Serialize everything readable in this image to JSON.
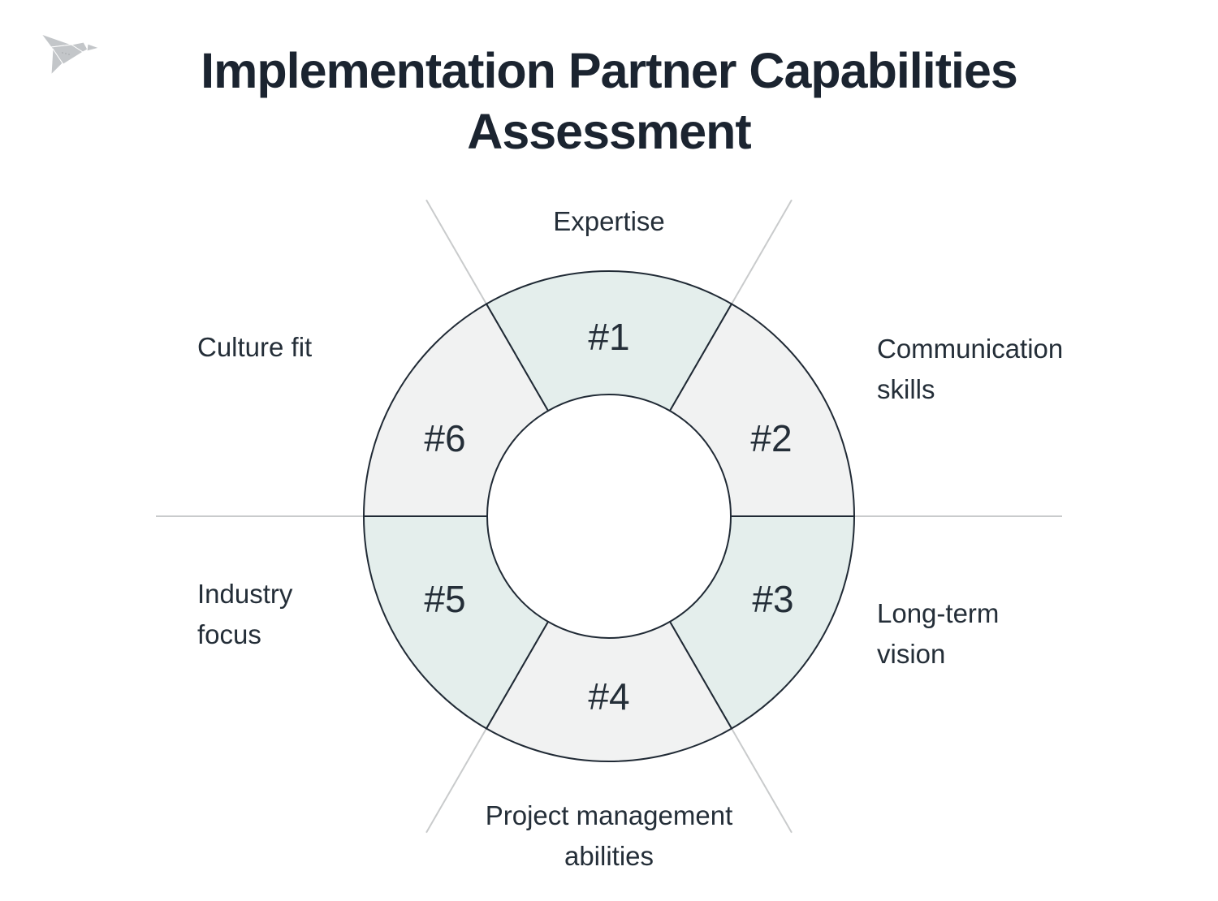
{
  "page": {
    "title_line1": "Implementation Partner Capabilities",
    "title_line2": "Assessment"
  },
  "logo": {
    "name": "origami-bird-logo",
    "color": "#c3c6c9"
  },
  "colors": {
    "title_text": "#1b2430",
    "label_text": "#242e38",
    "segment_stroke": "#202a35",
    "guide_line": "#c9cbcc",
    "fill_teal": "#e4eeec",
    "fill_gray": "#f1f2f2",
    "background": "#ffffff"
  },
  "diagram": {
    "type": "donut-segment-diagram",
    "segment_count": 6,
    "segments": [
      {
        "number": "#1",
        "label": "Expertise",
        "fill": "#e4eeec"
      },
      {
        "number": "#2",
        "label": "Communication skills",
        "fill": "#f1f2f2"
      },
      {
        "number": "#3",
        "label": "Long-term vision",
        "fill": "#e4eeec"
      },
      {
        "number": "#4",
        "label": "Project management abilities",
        "fill": "#f1f2f2"
      },
      {
        "number": "#5",
        "label": "Industry focus",
        "fill": "#e4eeec"
      },
      {
        "number": "#6",
        "label": "Culture fit",
        "fill": "#f1f2f2"
      }
    ]
  }
}
